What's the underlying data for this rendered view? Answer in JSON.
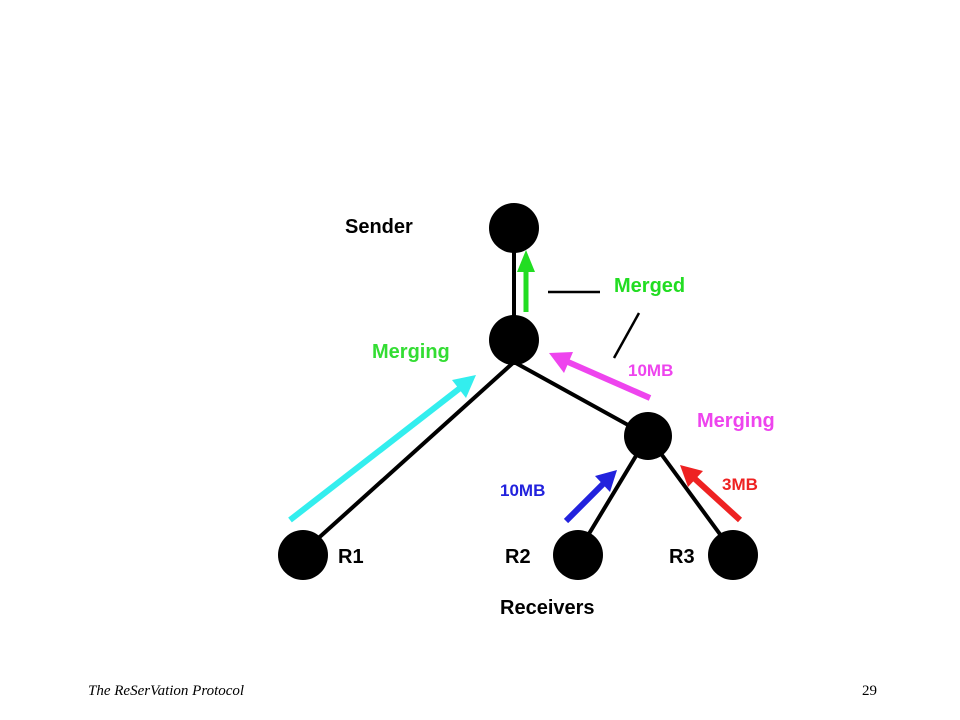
{
  "colors": {
    "node": "#000000",
    "text": "#000000",
    "merged": "#22dd22",
    "merging_green": "#33dd33",
    "merging_magenta": "#ee44ee",
    "flow_cyan": "#33eeee",
    "flow_blue": "#2222dd",
    "flow_red": "#ee2222"
  },
  "labels": {
    "sender": "Sender",
    "merged": "Merged",
    "merging_left": "Merging",
    "merging_right": "Merging",
    "bw_magenta": "10MB",
    "bw_blue": "10MB",
    "bw_red": "3MB",
    "r1": "R1",
    "r2": "R2",
    "r3": "R3",
    "receivers": "Receivers"
  },
  "footer": {
    "title": "The ReSerVation Protocol",
    "page": "29"
  }
}
